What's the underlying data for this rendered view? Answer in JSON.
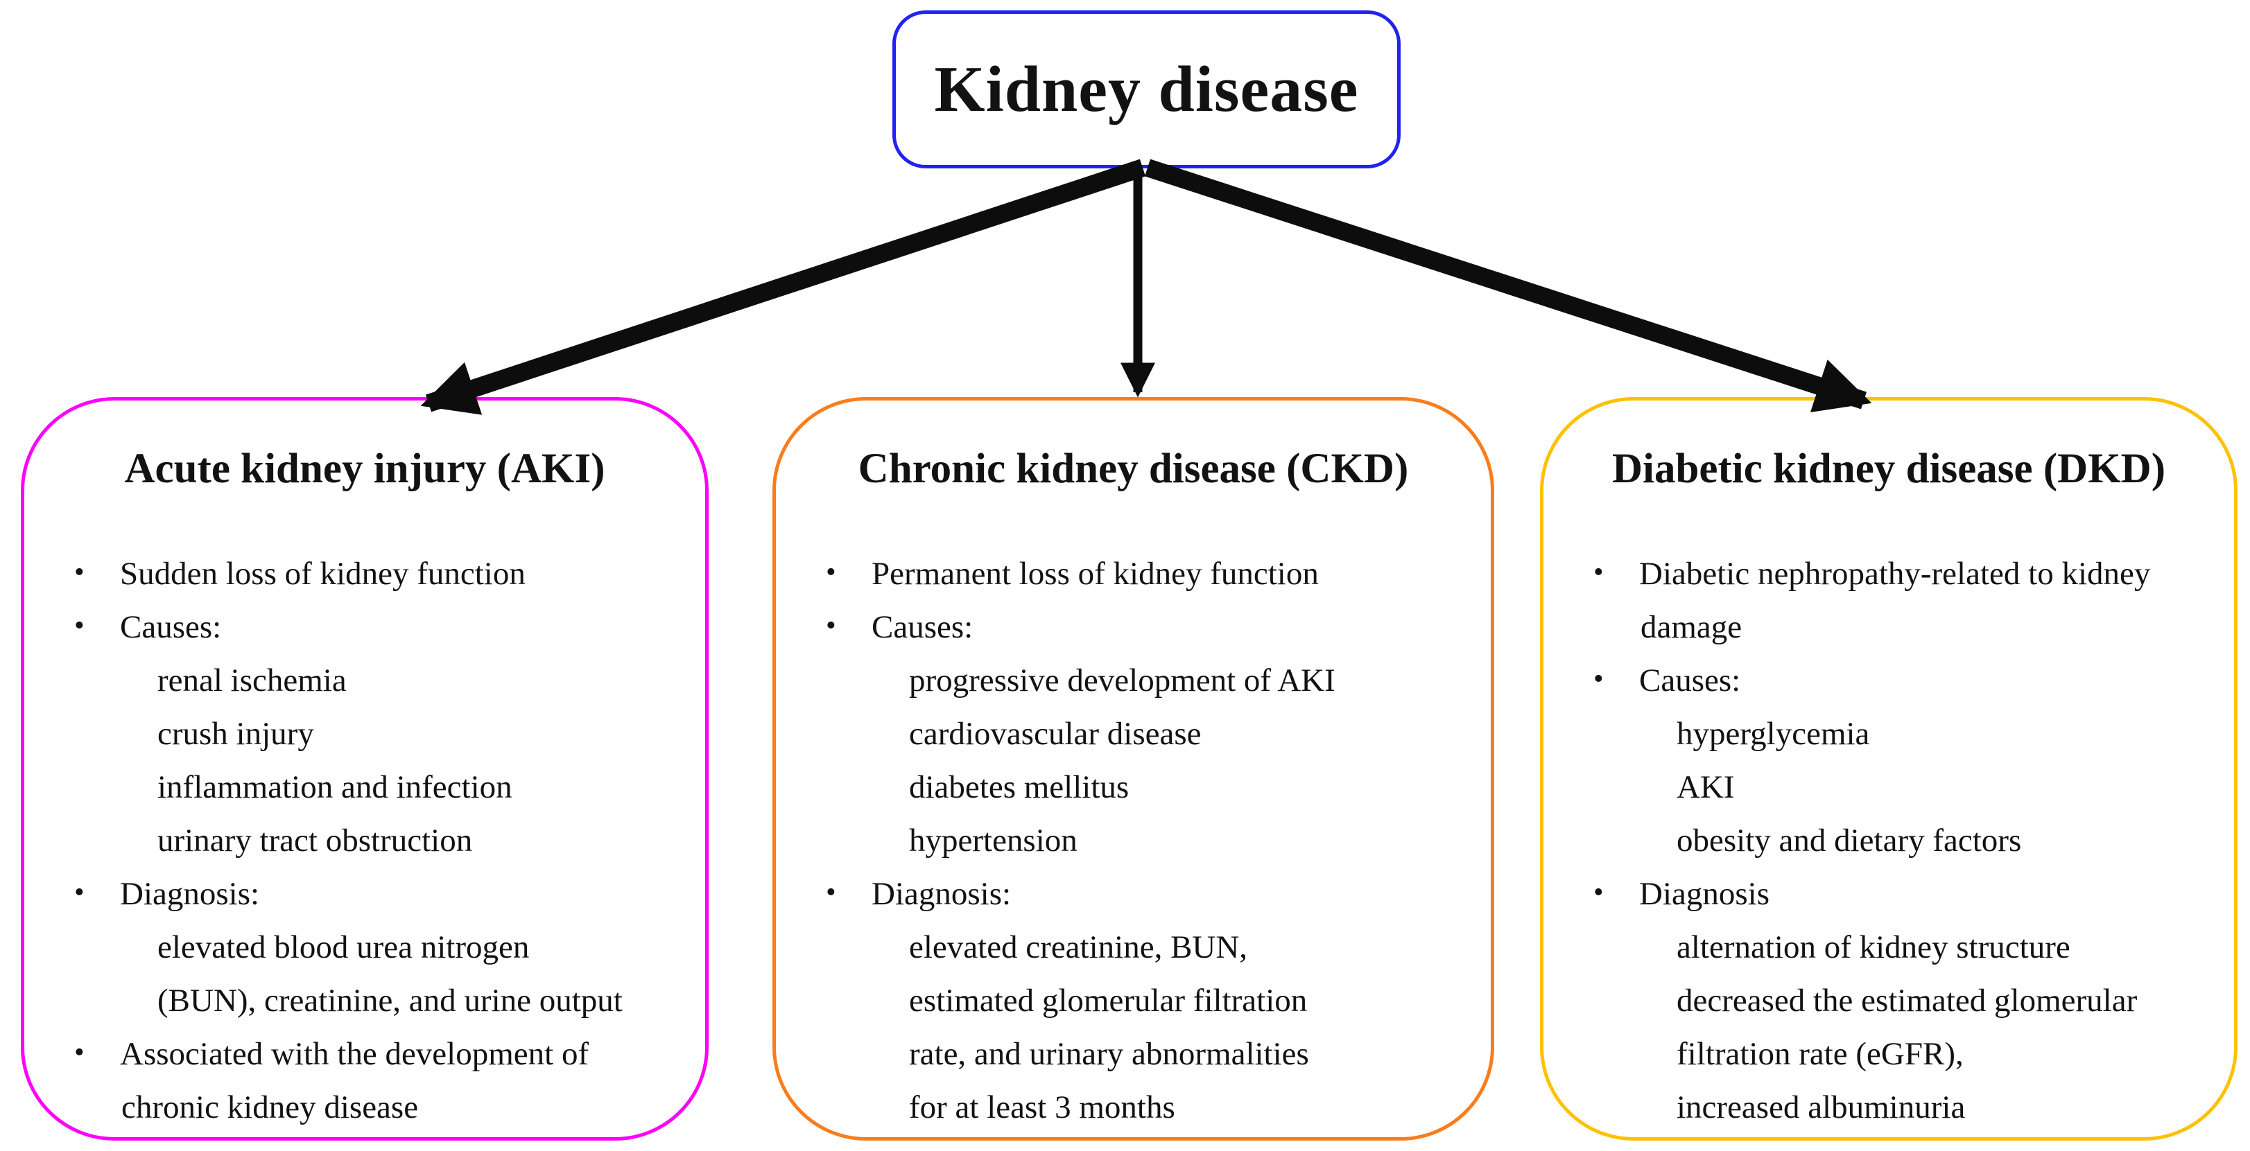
{
  "root": {
    "label": "Kidney disease"
  },
  "glyphs": {
    "bullet": "•"
  },
  "colors": {
    "root_border": "#2222f0",
    "aki_border": "#fb02fb",
    "ckd_border": "#f87d1c",
    "dkd_border": "#ffc103",
    "arrow": "#0d0d0d",
    "text": "#121212"
  },
  "boxes": [
    {
      "key": "aki",
      "title": "Acute kidney injury (AKI)",
      "lines": [
        {
          "type": "bullet",
          "text": "Sudden loss of kidney function"
        },
        {
          "type": "bullet",
          "text": "Causes:"
        },
        {
          "type": "sub",
          "text": "renal ischemia"
        },
        {
          "type": "sub",
          "text": "crush injury"
        },
        {
          "type": "sub",
          "text": "inflammation and infection"
        },
        {
          "type": "sub",
          "text": "urinary tract obstruction"
        },
        {
          "type": "bullet",
          "text": "Diagnosis:"
        },
        {
          "type": "sub",
          "text": "elevated blood urea nitrogen"
        },
        {
          "type": "sub",
          "text": "(BUN), creatinine, and urine output"
        },
        {
          "type": "bullet",
          "text": "Associated with the development of"
        },
        {
          "type": "cont",
          "text": "chronic kidney disease"
        }
      ]
    },
    {
      "key": "ckd",
      "title": "Chronic kidney disease (CKD)",
      "lines": [
        {
          "type": "bullet",
          "text": "Permanent loss of kidney function"
        },
        {
          "type": "bullet",
          "text": "Causes:"
        },
        {
          "type": "sub",
          "text": "progressive development of AKI"
        },
        {
          "type": "sub",
          "text": "cardiovascular disease"
        },
        {
          "type": "sub",
          "text": "diabetes mellitus"
        },
        {
          "type": "sub",
          "text": "hypertension"
        },
        {
          "type": "bullet",
          "text": "Diagnosis:"
        },
        {
          "type": "sub",
          "text": "elevated creatinine, BUN,"
        },
        {
          "type": "sub",
          "text": "estimated glomerular filtration"
        },
        {
          "type": "sub",
          "text": "rate, and urinary abnormalities"
        },
        {
          "type": "sub",
          "text": "for at least 3 months"
        }
      ]
    },
    {
      "key": "dkd",
      "title": "Diabetic kidney disease (DKD)",
      "lines": [
        {
          "type": "bullet",
          "text": "Diabetic nephropathy-related to kidney"
        },
        {
          "type": "cont",
          "text": "damage"
        },
        {
          "type": "bullet",
          "text": "Causes:"
        },
        {
          "type": "sub",
          "text": "hyperglycemia"
        },
        {
          "type": "sub",
          "text": "AKI"
        },
        {
          "type": "sub",
          "text": "obesity and dietary factors"
        },
        {
          "type": "bullet",
          "text": "Diagnosis"
        },
        {
          "type": "sub",
          "text": "alternation of kidney structure"
        },
        {
          "type": "sub",
          "text": "decreased the estimated glomerular"
        },
        {
          "type": "sub",
          "text": "filtration rate (eGFR),"
        },
        {
          "type": "sub",
          "text": "increased albuminuria"
        }
      ]
    }
  ]
}
